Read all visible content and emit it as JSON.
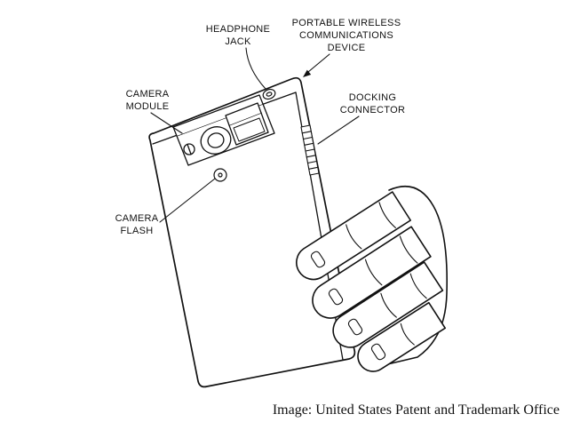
{
  "colors": {
    "ink": "#111111",
    "paper": "#ffffff"
  },
  "labels": {
    "headphone_jack": "HEADPHONE\nJACK",
    "device": "PORTABLE WIRELESS\nCOMMUNICATIONS\nDEVICE",
    "camera_module": "CAMERA\nMODULE",
    "docking_connector": "DOCKING\nCONNECTOR",
    "camera_flash": "CAMERA\nFLASH"
  },
  "caption": "Image: United States Patent and Trademark Office"
}
